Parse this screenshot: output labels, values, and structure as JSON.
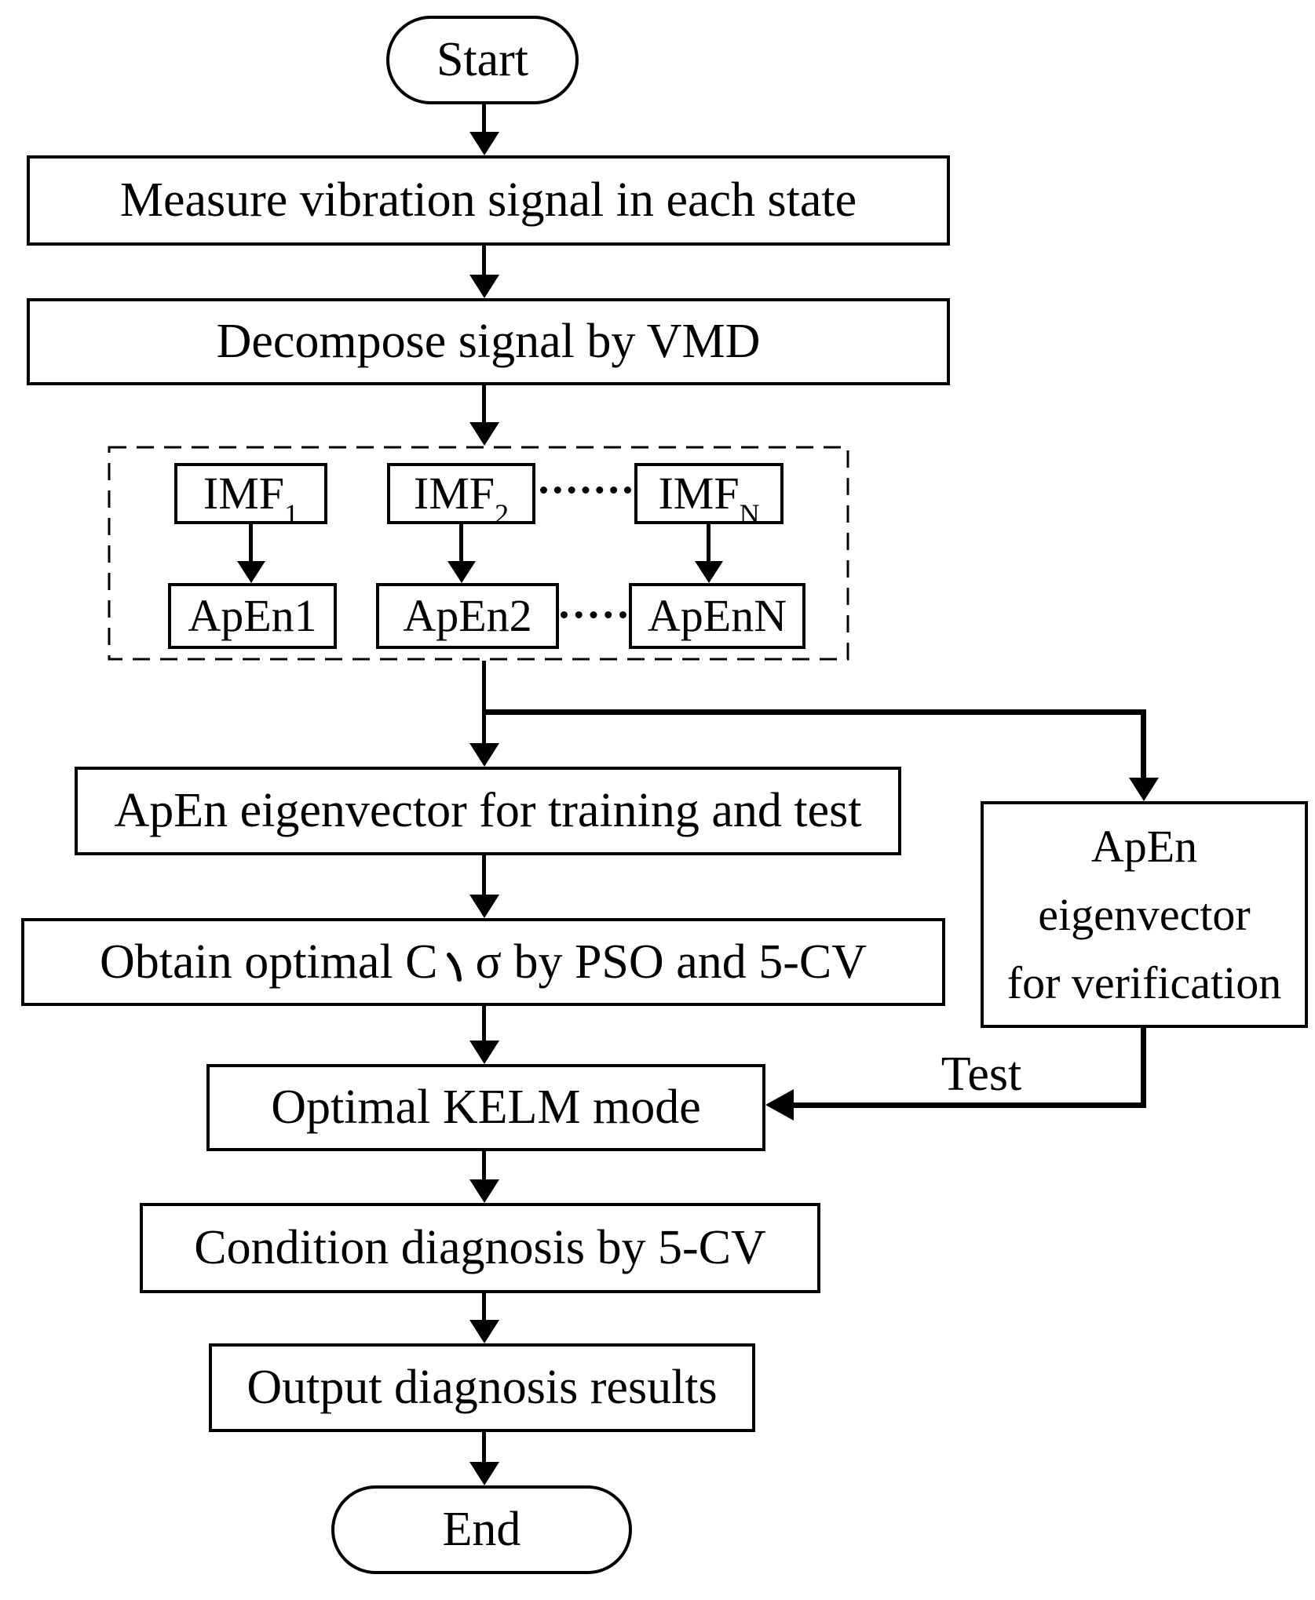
{
  "figure": {
    "background_color": "#ffffff",
    "line_color": "#000000"
  },
  "nodes": {
    "start": {
      "label": "Start"
    },
    "measure": {
      "label": "Measure vibration signal in each state"
    },
    "decompose": {
      "label": "Decompose signal by VMD"
    },
    "imf1": {
      "base": "IMF",
      "sub": "1"
    },
    "imf2": {
      "base": "IMF",
      "sub": "2"
    },
    "imfn": {
      "base": "IMF",
      "sub": "N"
    },
    "apen1": {
      "label": "ApEn1"
    },
    "apen2": {
      "label": "ApEn2"
    },
    "apenn": {
      "label": "ApEnN"
    },
    "training": {
      "label": "ApEn eigenvector for training and test"
    },
    "verification": {
      "label": "ApEn eigenvector for verification",
      "line1": "ApEn",
      "line2": "eigenvector",
      "line3": "for verification"
    },
    "obtain": {
      "label": "Obtain optimal C、σ by PSO and 5-CV",
      "label_pre": "Obtain optimal C",
      "comma": "、",
      "label_post": "σ by PSO and 5-CV"
    },
    "kelm": {
      "label": "Optimal KELM mode"
    },
    "condition": {
      "label": "Condition diagnosis by 5-CV"
    },
    "output": {
      "label": "Output diagnosis results"
    },
    "end": {
      "label": "End"
    }
  },
  "labels": {
    "test": "Test"
  }
}
